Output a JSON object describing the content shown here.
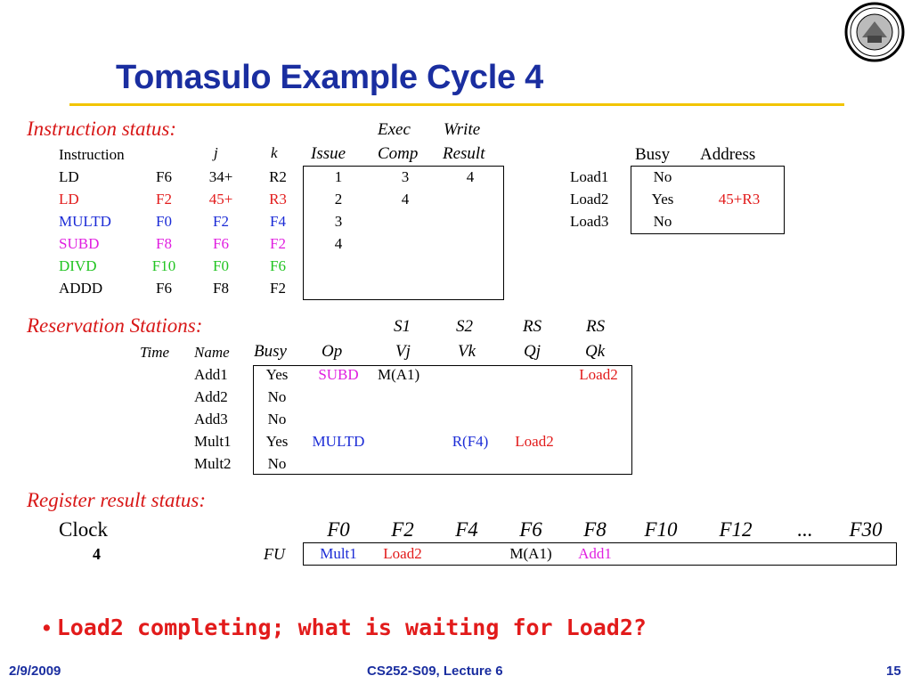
{
  "title": "Tomasulo Example Cycle 4",
  "instruction_status": {
    "section_label": "Instruction status:",
    "hdr_top": {
      "exec": "Exec",
      "write": "Write"
    },
    "headers": [
      "Instruction",
      "j",
      "k",
      "Issue",
      "Comp",
      "Result"
    ],
    "rows": [
      {
        "op": "LD",
        "j": "F6",
        "k": "34+",
        "kreg": "R2",
        "issue": "1",
        "comp": "3",
        "result": "4",
        "color": "blk"
      },
      {
        "op": "LD",
        "j": "F2",
        "k": "45+",
        "kreg": "R3",
        "issue": "2",
        "comp": "4",
        "result": "",
        "color": "red"
      },
      {
        "op": "MULTD",
        "j": "F0",
        "k": "F2",
        "kreg": "F4",
        "issue": "3",
        "comp": "",
        "result": "",
        "color": "blu"
      },
      {
        "op": "SUBD",
        "j": "F8",
        "k": "F6",
        "kreg": "F2",
        "issue": "4",
        "comp": "",
        "result": "",
        "color": "mag"
      },
      {
        "op": "DIVD",
        "j": "F10",
        "k": "F0",
        "kreg": "F6",
        "issue": "",
        "comp": "",
        "result": "",
        "color": "grn"
      },
      {
        "op": "ADDD",
        "j": "F6",
        "k": "F8",
        "kreg": "F2",
        "issue": "",
        "comp": "",
        "result": "",
        "color": "blk"
      }
    ]
  },
  "load_buffers": {
    "headers": [
      "Busy",
      "Address"
    ],
    "rows": [
      {
        "name": "Load1",
        "busy": "No",
        "address": ""
      },
      {
        "name": "Load2",
        "busy": "Yes",
        "address": "45+R3"
      },
      {
        "name": "Load3",
        "busy": "No",
        "address": ""
      }
    ]
  },
  "reservation_stations": {
    "section_label": "Reservation Stations:",
    "hdr_top": [
      "S1",
      "S2",
      "RS",
      "RS"
    ],
    "headers": [
      "Time",
      "Name",
      "Busy",
      "Op",
      "Vj",
      "Vk",
      "Qj",
      "Qk"
    ],
    "rows": [
      {
        "time": "",
        "name": "Add1",
        "busy": "Yes",
        "op": "SUBD",
        "op_color": "mag",
        "vj": "M(A1)",
        "vk": "",
        "qj": "",
        "qk": "Load2"
      },
      {
        "time": "",
        "name": "Add2",
        "busy": "No",
        "op": "",
        "op_color": "blk",
        "vj": "",
        "vk": "",
        "qj": "",
        "qk": ""
      },
      {
        "time": "",
        "name": "Add3",
        "busy": "No",
        "op": "",
        "op_color": "blk",
        "vj": "",
        "vk": "",
        "qj": "",
        "qk": ""
      },
      {
        "time": "",
        "name": "Mult1",
        "busy": "Yes",
        "op": "MULTD",
        "op_color": "blu",
        "vj": "",
        "vk": "R(F4)",
        "qj": "Load2",
        "qk": ""
      },
      {
        "time": "",
        "name": "Mult2",
        "busy": "No",
        "op": "",
        "op_color": "blk",
        "vj": "",
        "vk": "",
        "qj": "",
        "qk": ""
      }
    ]
  },
  "register_result_status": {
    "section_label": "Register result status:",
    "clock_label": "Clock",
    "clock_value": "4",
    "fu_label": "FU",
    "registers": [
      "F0",
      "F2",
      "F4",
      "F6",
      "F8",
      "F10",
      "F12",
      "...",
      "F30"
    ],
    "fu_values": [
      {
        "value": "Mult1",
        "color": "blu"
      },
      {
        "value": "Load2",
        "color": "red"
      },
      {
        "value": "",
        "color": "blk"
      },
      {
        "value": "M(A1)",
        "color": "blk"
      },
      {
        "value": "Add1",
        "color": "mag"
      },
      {
        "value": "",
        "color": "blk"
      },
      {
        "value": "",
        "color": "blk"
      },
      {
        "value": "",
        "color": "blk"
      },
      {
        "value": "",
        "color": "blk"
      }
    ]
  },
  "bullet": "Load2 completing; what is waiting for Load2?",
  "footer": {
    "date": "2/9/2009",
    "course": "CS252-S09, Lecture 6",
    "page": "15"
  },
  "logo": {
    "icon": "university-seal-icon"
  }
}
